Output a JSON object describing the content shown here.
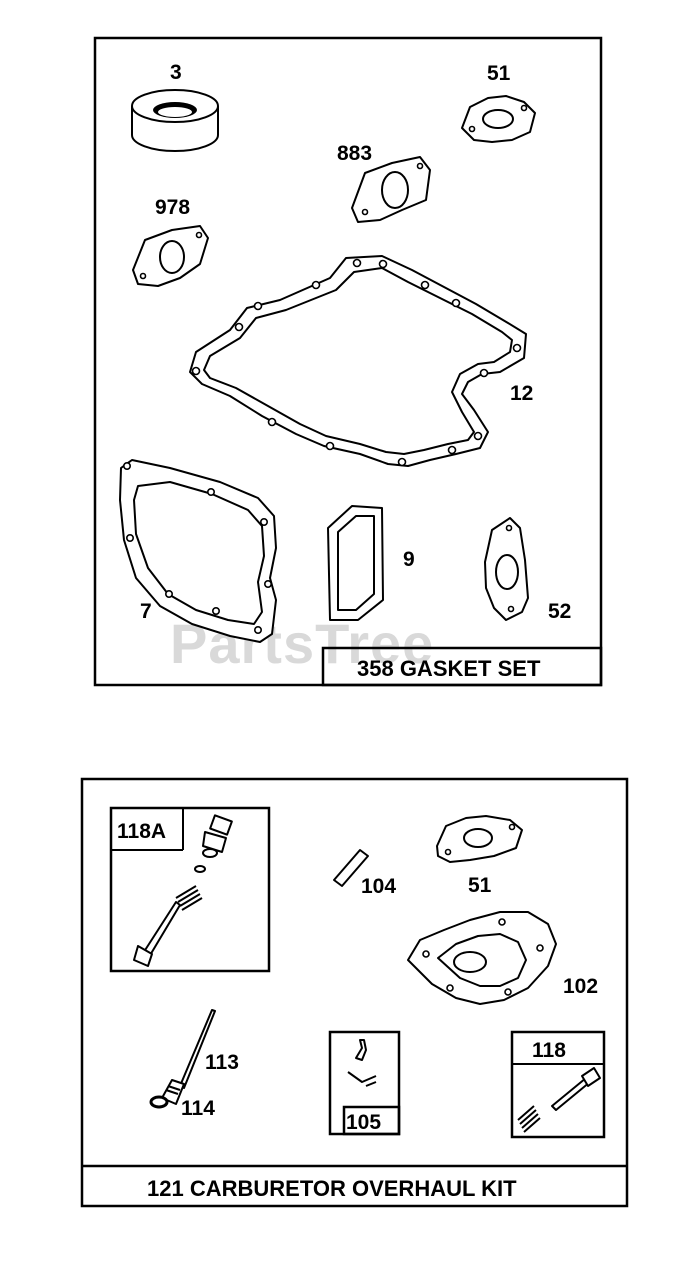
{
  "watermark": "PartsTree",
  "kit_gasket": {
    "title": "358 GASKET SET",
    "parts": {
      "p3": "3",
      "p51": "51",
      "p883": "883",
      "p978": "978",
      "p12": "12",
      "p7": "7",
      "p9": "9",
      "p52": "52"
    }
  },
  "kit_carb": {
    "title": "121 CARBURETOR OVERHAUL KIT",
    "parts": {
      "p118a": "118A",
      "p104": "104",
      "p51": "51",
      "p102": "102",
      "p113": "113",
      "p114": "114",
      "p105": "105",
      "p118": "118"
    }
  }
}
